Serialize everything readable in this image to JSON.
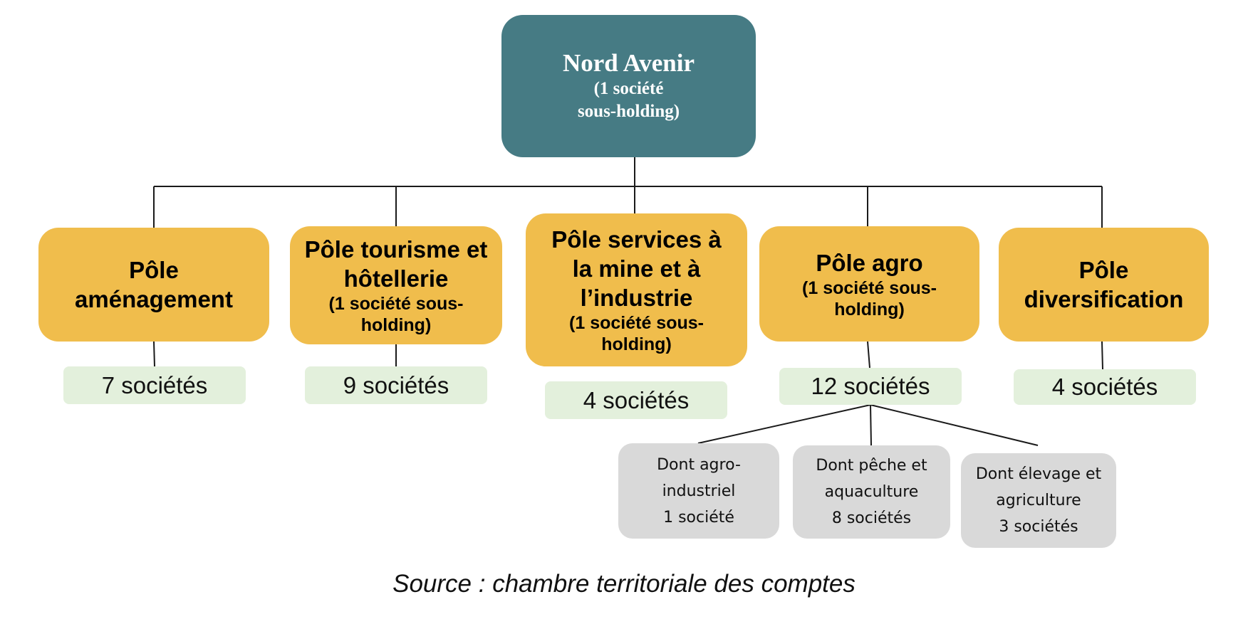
{
  "root": {
    "title": "Nord Avenir",
    "subtitle_line1": "(1 société",
    "subtitle_line2": "sous-holding)"
  },
  "poles": [
    {
      "title_lines": [
        "Pôle",
        "aménagement"
      ],
      "subtitle_lines": [],
      "count": "7 sociétés"
    },
    {
      "title_lines": [
        "Pôle tourisme et",
        "hôtellerie"
      ],
      "subtitle_lines": [
        "(1 société sous-",
        "holding)"
      ],
      "count": "9 sociétés"
    },
    {
      "title_lines": [
        "Pôle services à",
        "la mine et à",
        "l’industrie"
      ],
      "subtitle_lines": [
        "(1 société sous-",
        "holding)"
      ],
      "count": "4 sociétés"
    },
    {
      "title_lines": [
        "Pôle agro"
      ],
      "subtitle_lines": [
        "(1 société sous-",
        "holding)"
      ],
      "count": "12 sociétés"
    },
    {
      "title_lines": [
        "Pôle",
        "diversification"
      ],
      "subtitle_lines": [],
      "count": "4 sociétés"
    }
  ],
  "agro_breakdown": [
    {
      "lines": [
        "Dont agro-",
        "industriel",
        "1 société"
      ]
    },
    {
      "lines": [
        "Dont pêche et",
        "aquaculture",
        "8 sociétés"
      ]
    },
    {
      "lines": [
        "Dont élevage et",
        "agriculture",
        "3 sociétés"
      ]
    }
  ],
  "source": "Source : chambre territoriale des comptes",
  "colors": {
    "root_fill": "#467b84",
    "pole_fill": "#f0bd4c",
    "count_fill": "#e3f0dc",
    "breakdown_fill": "#d9d9d9"
  }
}
